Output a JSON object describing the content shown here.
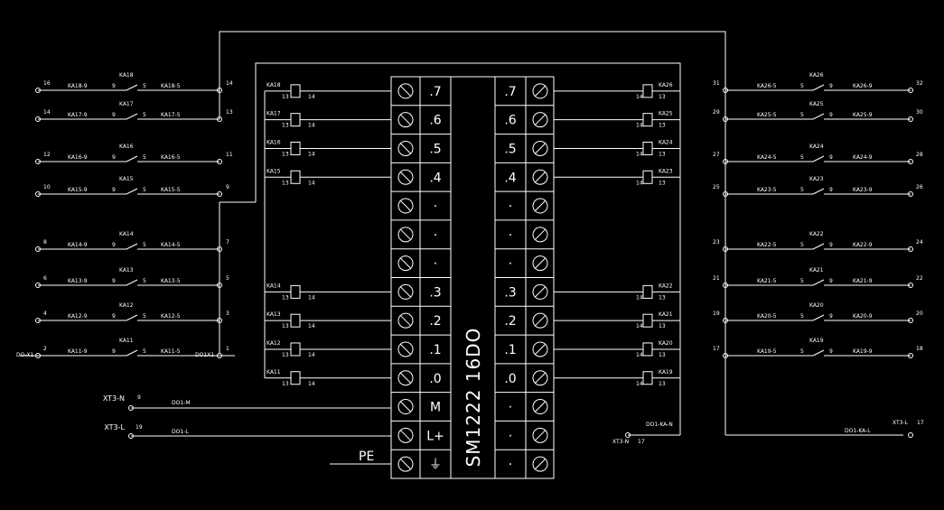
{
  "module": {
    "label": "SM1222 16DO",
    "left_channels": [
      ".7",
      ".6",
      ".5",
      ".4",
      "·",
      "·",
      "·",
      ".3",
      ".2",
      ".1",
      ".0",
      "M",
      "L+",
      "⏚"
    ],
    "right_channels": [
      ".7",
      ".6",
      ".5",
      ".4",
      "·",
      "·",
      "·",
      ".3",
      ".2",
      ".1",
      ".0",
      "·",
      "·",
      "·"
    ]
  },
  "left_relays": [
    {
      "coil": "KA18",
      "t1": "16",
      "t2": "14",
      "wire1": "KA18-9",
      "wire2": "KA18-5"
    },
    {
      "coil": "KA17",
      "t1": "14",
      "t2": "13",
      "wire1": "KA17-9",
      "wire2": "KA17-5"
    },
    {
      "coil": "KA16",
      "t1": "12",
      "t2": "11",
      "wire1": "KA16-9",
      "wire2": "KA16-5"
    },
    {
      "coil": "KA15",
      "t1": "10",
      "t2": "9",
      "wire1": "KA15-9",
      "wire2": "KA15-5"
    },
    {
      "coil": "KA14",
      "t1": "8",
      "t2": "7",
      "wire1": "KA14-9",
      "wire2": "KA14-5"
    },
    {
      "coil": "KA13",
      "t1": "6",
      "t2": "5",
      "wire1": "KA13-9",
      "wire2": "KA13-5"
    },
    {
      "coil": "KA12",
      "t1": "4",
      "t2": "3",
      "wire1": "KA12-9",
      "wire2": "KA12-5"
    },
    {
      "coil": "KA11",
      "t1": "2",
      "t2": "1",
      "wire1": "KA11-9",
      "wire2": "KA11-5"
    }
  ],
  "right_relays": [
    {
      "coil": "KA26",
      "t1": "31",
      "t2": "32",
      "wire1": "KA26-5",
      "wire2": "KA26-9"
    },
    {
      "coil": "KA25",
      "t1": "29",
      "t2": "30",
      "wire1": "KA25-5",
      "wire2": "KA25-9"
    },
    {
      "coil": "KA24",
      "t1": "27",
      "t2": "28",
      "wire1": "KA24-5",
      "wire2": "KA24-9"
    },
    {
      "coil": "KA23",
      "t1": "25",
      "t2": "26",
      "wire1": "KA23-5",
      "wire2": "KA23-9"
    },
    {
      "coil": "KA22",
      "t1": "23",
      "t2": "24",
      "wire1": "KA22-5",
      "wire2": "KA22-9"
    },
    {
      "coil": "KA21",
      "t1": "21",
      "t2": "22",
      "wire1": "KA21-5",
      "wire2": "KA21-9"
    },
    {
      "coil": "KA20",
      "t1": "19",
      "t2": "20",
      "wire1": "KA20-5",
      "wire2": "KA20-9"
    },
    {
      "coil": "KA19",
      "t1": "17",
      "t2": "18",
      "wire1": "KA19-5",
      "wire2": "KA19-9"
    }
  ],
  "contact_pins": {
    "in": "9",
    "out": "5",
    "coil_in": "13",
    "coil_out": "14"
  },
  "left_extras": {
    "left_tag": "DO-X1",
    "right_tag": "DO1X1"
  },
  "supply": [
    {
      "terminal": "XT3-N",
      "pin": "9",
      "wire": "DO1-M"
    },
    {
      "terminal": "XT3-L",
      "pin": "19",
      "wire": "DO1-L"
    }
  ],
  "pe_label": "PE",
  "right_bottom": {
    "terminal": "XT3-N",
    "pin": "17",
    "wire": "DO1-KA-N"
  },
  "far_right_bottom": {
    "wire": "DO1-KA-L",
    "terminal": "XT3-L",
    "pin": "17"
  },
  "colors": {
    "background": "#000000",
    "line": "#ffffff"
  }
}
